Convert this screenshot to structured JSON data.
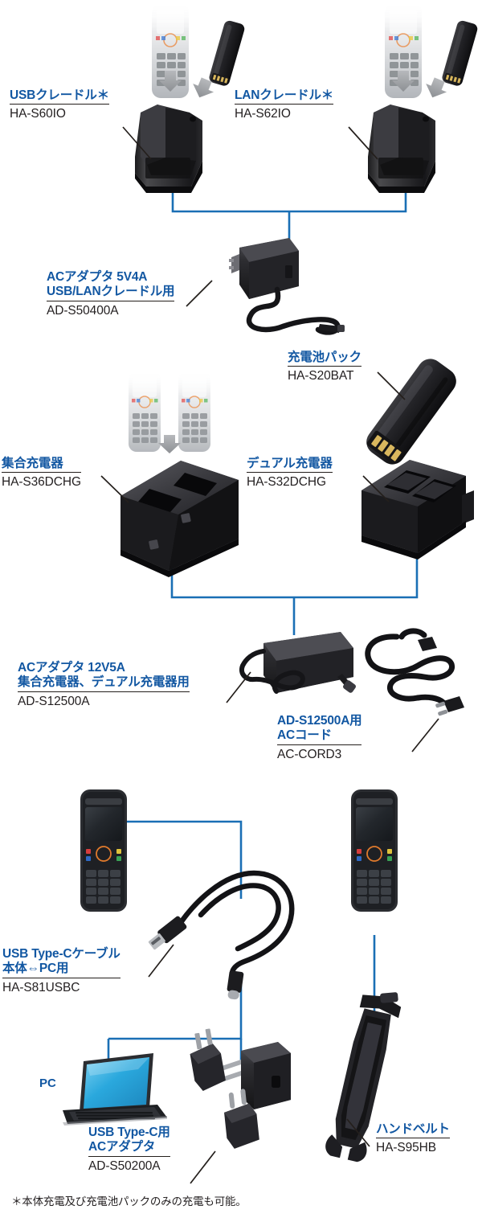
{
  "diagram": {
    "title": "CASIO handheld terminal accessory connection diagram",
    "colors": {
      "label_title": "#1257a2",
      "label_code": "#231f20",
      "connector_line": "#1a6fb5",
      "leader_line": "#241f1c",
      "background": "#ffffff"
    },
    "footnote": "＊本体充電及び充電池パックのみの充電も可能。",
    "pc_label": "PC",
    "items": [
      {
        "id": "usb-cradle",
        "title": [
          "USBクレードル＊"
        ],
        "code": "HA-S60IO"
      },
      {
        "id": "lan-cradle",
        "title": [
          "LANクレードル＊"
        ],
        "code": "HA-S62IO"
      },
      {
        "id": "ac-adapter-5v4a",
        "title": [
          "ACアダプタ 5V4A",
          "USB/LANクレードル用"
        ],
        "code": "AD-S50400A"
      },
      {
        "id": "battery-pack",
        "title": [
          "充電池パック"
        ],
        "code": "HA-S20BAT"
      },
      {
        "id": "multi-charger",
        "title": [
          "集合充電器"
        ],
        "code": "HA-S36DCHG"
      },
      {
        "id": "dual-charger",
        "title": [
          "デュアル充電器"
        ],
        "code": "HA-S32DCHG"
      },
      {
        "id": "ac-adapter-12v5a",
        "title": [
          "ACアダプタ 12V5A",
          "集合充電器、デュアル充電器用"
        ],
        "code": "AD-S12500A"
      },
      {
        "id": "ac-cord",
        "title": [
          "AD-S12500A用",
          "ACコード"
        ],
        "code": "AC-CORD3"
      },
      {
        "id": "usb-type-c-cable",
        "title": [
          "USB Type-Cケーブル",
          "本体⇔PC用"
        ],
        "code": "HA-S81USBC"
      },
      {
        "id": "usb-type-c-ac-adapter",
        "title": [
          "USB Type-C用",
          "ACアダプタ"
        ],
        "code": "AD-S50200A"
      },
      {
        "id": "hand-belt",
        "title": [
          "ハンドベルト"
        ],
        "code": "HA-S95HB"
      }
    ],
    "products": [
      {
        "id": "handheld-terminal-ghost-1",
        "name": "handheld terminal (ghosted)"
      },
      {
        "id": "handheld-terminal-ghost-2",
        "name": "handheld terminal (ghosted)"
      },
      {
        "id": "battery-pack-small-1",
        "name": "battery pack"
      },
      {
        "id": "battery-pack-small-2",
        "name": "battery pack"
      },
      {
        "id": "usb-cradle-photo",
        "name": "USB cradle"
      },
      {
        "id": "lan-cradle-photo",
        "name": "LAN cradle"
      },
      {
        "id": "ac-adapter-5v4a-photo",
        "name": "wall AC adapter with cable"
      },
      {
        "id": "battery-pack-large-photo",
        "name": "large battery pack"
      },
      {
        "id": "multi-charger-photo",
        "name": "multi bay charger"
      },
      {
        "id": "dual-charger-photo",
        "name": "dual bay charger"
      },
      {
        "id": "ac-adapter-12v5a-photo",
        "name": "brick AC adapter"
      },
      {
        "id": "ac-cord-photo",
        "name": "AC power cord"
      },
      {
        "id": "terminal-left-photo",
        "name": "handheld terminal"
      },
      {
        "id": "terminal-right-photo",
        "name": "handheld terminal"
      },
      {
        "id": "usb-c-cable-photo",
        "name": "USB Type-C cable"
      },
      {
        "id": "laptop-photo",
        "name": "laptop PC"
      },
      {
        "id": "usb-c-ac-adapter-photo",
        "name": "USB Type-C AC adapter with plug blades"
      },
      {
        "id": "hand-belt-photo",
        "name": "hand belt"
      }
    ]
  }
}
